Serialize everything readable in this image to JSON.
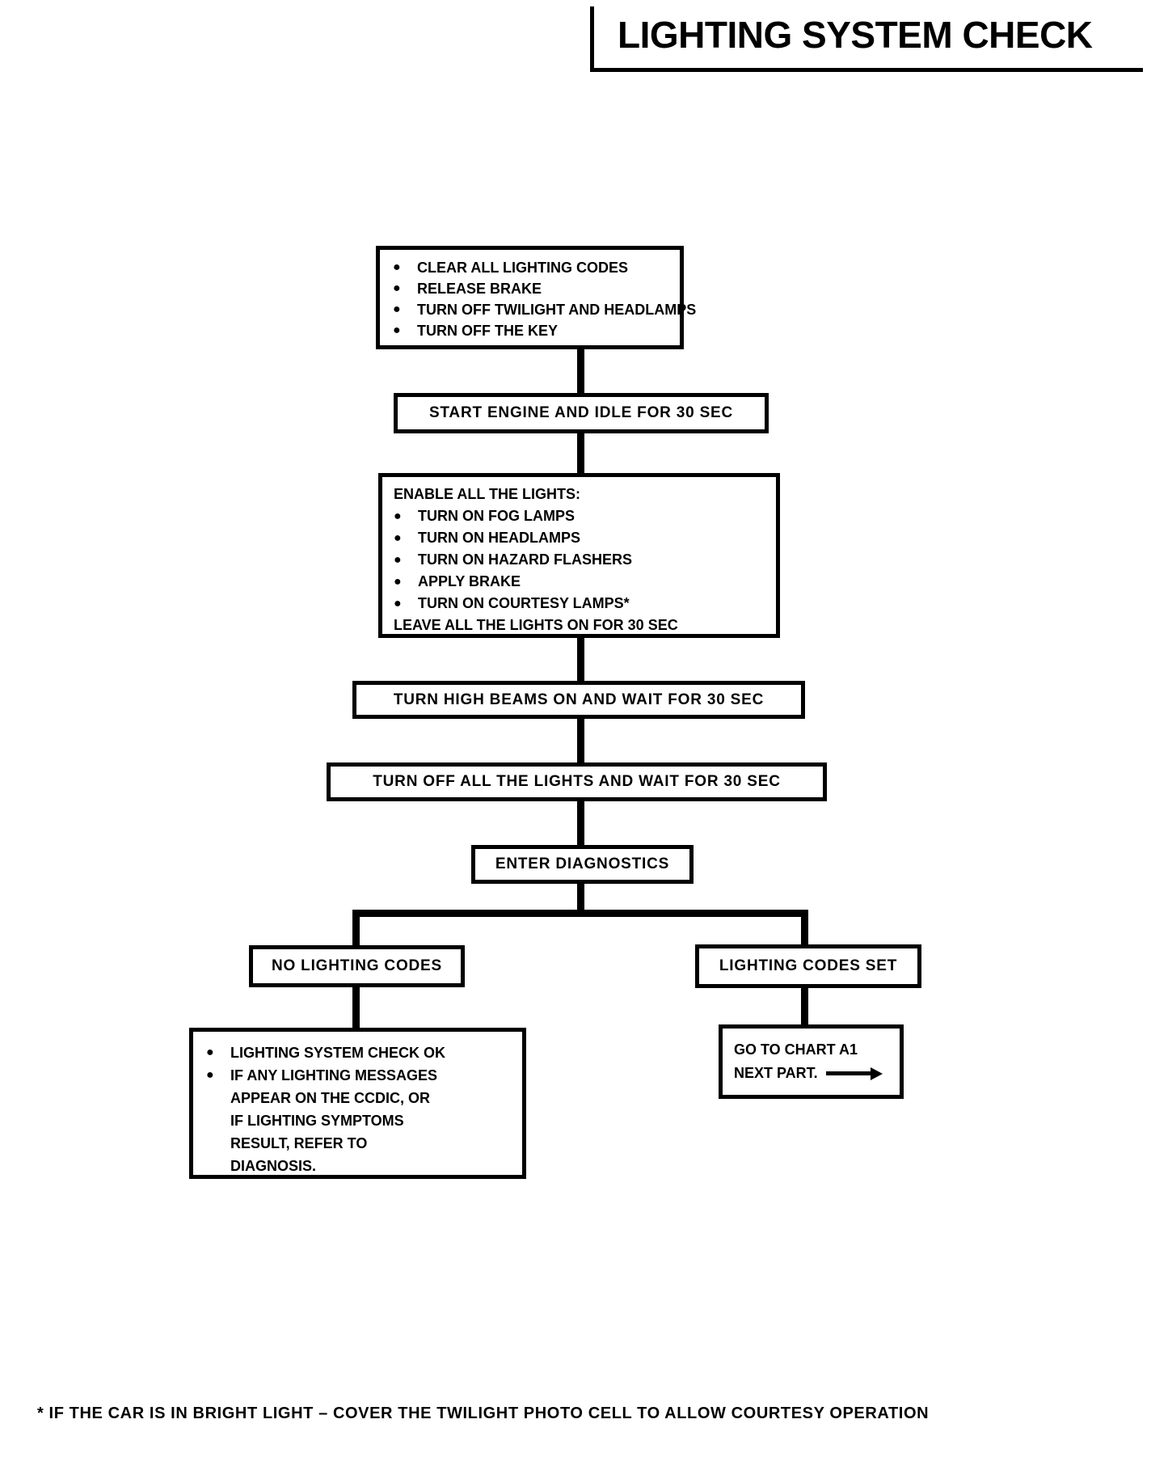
{
  "page": {
    "title": "LIGHTING SYSTEM CHECK",
    "footnote": "* IF THE CAR IS IN BRIGHT LIGHT – COVER THE TWILIGHT PHOTO CELL TO ALLOW COURTESY OPERATION"
  },
  "colors": {
    "ink": "#000000",
    "paper": "#ffffff"
  },
  "flow": {
    "prep": {
      "items": [
        {
          "b": "●",
          "t": "CLEAR ALL LIGHTING CODES"
        },
        {
          "b": "●",
          "t": "RELEASE BRAKE"
        },
        {
          "b": "●",
          "t": "TURN OFF TWILIGHT AND HEADLAMPS"
        },
        {
          "b": "●",
          "t": "TURN OFF THE KEY"
        }
      ]
    },
    "start": {
      "label": "START ENGINE AND IDLE FOR 30 SEC"
    },
    "enable": {
      "header": "ENABLE ALL THE LIGHTS:",
      "items": [
        {
          "b": "●",
          "t": "TURN ON FOG LAMPS"
        },
        {
          "b": "●",
          "t": "TURN ON HEADLAMPS"
        },
        {
          "b": "●",
          "t": "TURN ON HAZARD FLASHERS"
        },
        {
          "b": "●",
          "t": "APPLY BRAKE"
        },
        {
          "b": "●",
          "t": "TURN ON COURTESY LAMPS*"
        }
      ],
      "footer": "LEAVE ALL THE LIGHTS ON FOR 30 SEC"
    },
    "high_beams": {
      "label": "TURN HIGH BEAMS ON AND WAIT FOR 30 SEC"
    },
    "all_off": {
      "label": "TURN OFF ALL THE LIGHTS AND WAIT FOR 30 SEC"
    },
    "diag": {
      "label": "ENTER DIAGNOSTICS"
    },
    "no_codes": {
      "label": "NO LIGHTING CODES"
    },
    "codes_set": {
      "label": "LIGHTING CODES SET"
    },
    "check_ok": {
      "items": [
        {
          "b": "●",
          "t": "LIGHTING SYSTEM CHECK OK"
        },
        {
          "b": "●",
          "t": "IF ANY LIGHTING MESSAGES"
        },
        {
          "b": "",
          "t": "APPEAR ON THE CCDIC, OR"
        },
        {
          "b": "",
          "t": "IF LIGHTING SYMPTOMS"
        },
        {
          "b": "",
          "t": "RESULT, REFER TO"
        },
        {
          "b": "",
          "t": "DIAGNOSIS."
        }
      ]
    },
    "go_chart": {
      "line1": "GO TO CHART A1",
      "line2": "NEXT PART."
    }
  }
}
